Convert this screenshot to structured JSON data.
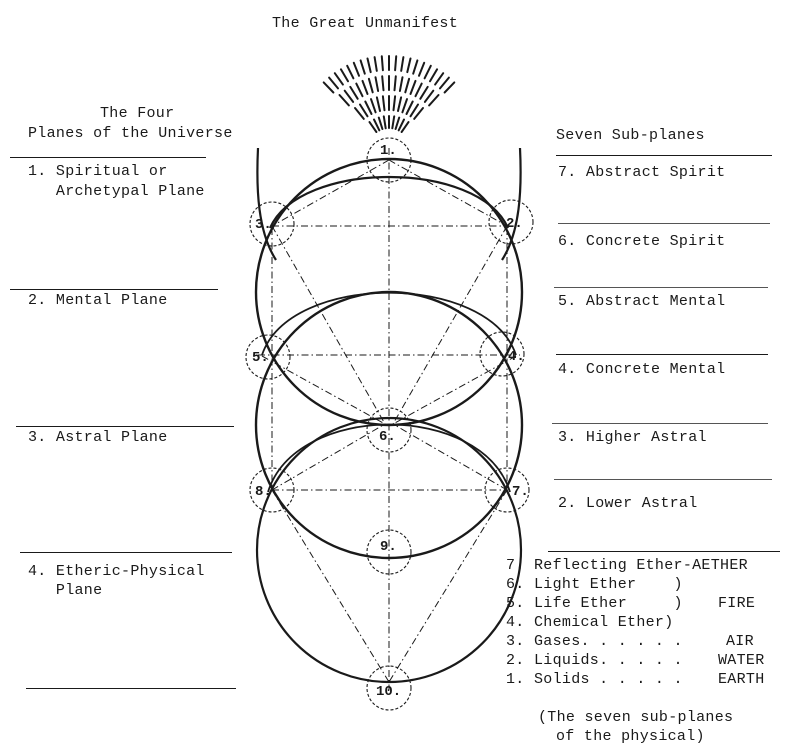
{
  "title": "The Great Unmanifest",
  "left_header": [
    "The Four",
    "Planes of the Universe"
  ],
  "right_header": "Seven Sub-planes",
  "planes": [
    {
      "lines": [
        "1. Spiritual or",
        "   Archetypal Plane"
      ]
    },
    {
      "lines": [
        "2. Mental Plane"
      ]
    },
    {
      "lines": [
        "3. Astral Plane"
      ]
    },
    {
      "lines": [
        "4. Etheric-Physical",
        "   Plane"
      ]
    }
  ],
  "sub_planes": [
    "7. Abstract Spirit",
    "6. Concrete Spirit",
    "5. Abstract Mental",
    "4. Concrete Mental",
    "3. Higher Astral",
    "2. Lower Astral"
  ],
  "physical_sub_planes": [
    {
      "num": "7.",
      "name": "Reflecting Ether-AETHER",
      "element": ""
    },
    {
      "num": "6.",
      "name": "Light Ether    )",
      "element": ""
    },
    {
      "num": "5.",
      "name": "Life Ether     )",
      "element": "FIRE"
    },
    {
      "num": "4.",
      "name": "Chemical Ether)",
      "element": ""
    },
    {
      "num": "3.",
      "name": "Gases. . . . . .",
      "element": "AIR"
    },
    {
      "num": "2.",
      "name": "Liquids. . . . .",
      "element": "WATER"
    },
    {
      "num": "1.",
      "name": "Solids . . . . .",
      "element": "EARTH"
    }
  ],
  "physical_note": [
    "(The seven sub-planes",
    "of the physical)"
  ],
  "points": [
    "1.",
    "2.",
    "3.",
    "4.",
    "5.",
    "6.",
    "7.",
    "8.",
    "9.",
    "10."
  ],
  "colors": {
    "ink": "#1a1a1a",
    "paper": "#ffffff"
  }
}
